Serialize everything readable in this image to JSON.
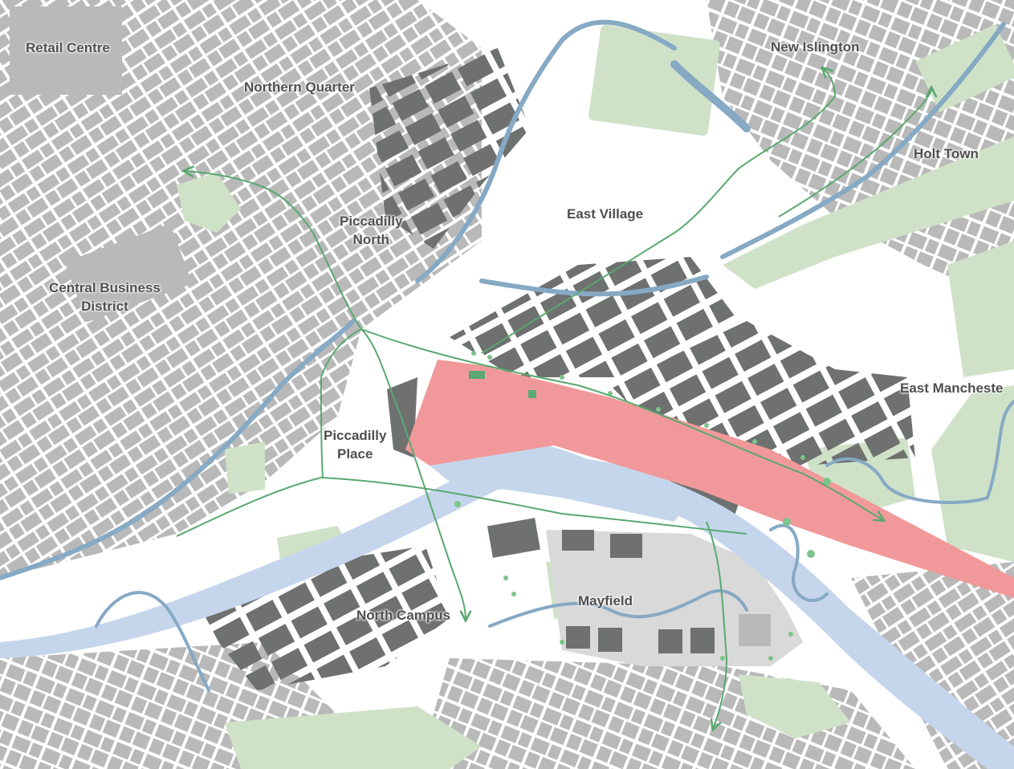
{
  "map": {
    "labels": {
      "retail_centre": "Retail Centre",
      "northern_quarter": "Northern Quarter",
      "new_islington": "New Islington",
      "holt_town": "Holt Town",
      "piccadilly_north_1": "Piccadilly",
      "piccadilly_north_2": "North",
      "east_village": "East Village",
      "central_business_1": "Central Business",
      "central_business_2": "District",
      "east_manchester": "East Mancheste",
      "piccadilly_place_1": "Piccadilly",
      "piccadilly_place_2": "Place",
      "mayfield": "Mayfield",
      "north_campus": "North Campus"
    },
    "colors": {
      "background": "#ffffff",
      "building_light": "#b9b9b9",
      "building_dark": "#6f7070",
      "green_space": "#cfe2c8",
      "canal": "#86a9c4",
      "river": "#c5d6ec",
      "station": "#f1999a",
      "route": "#5aa870",
      "mayfield_ground": "#d9d9d9"
    },
    "icons": [
      "route-arrow-icon",
      "tree-icon"
    ]
  }
}
